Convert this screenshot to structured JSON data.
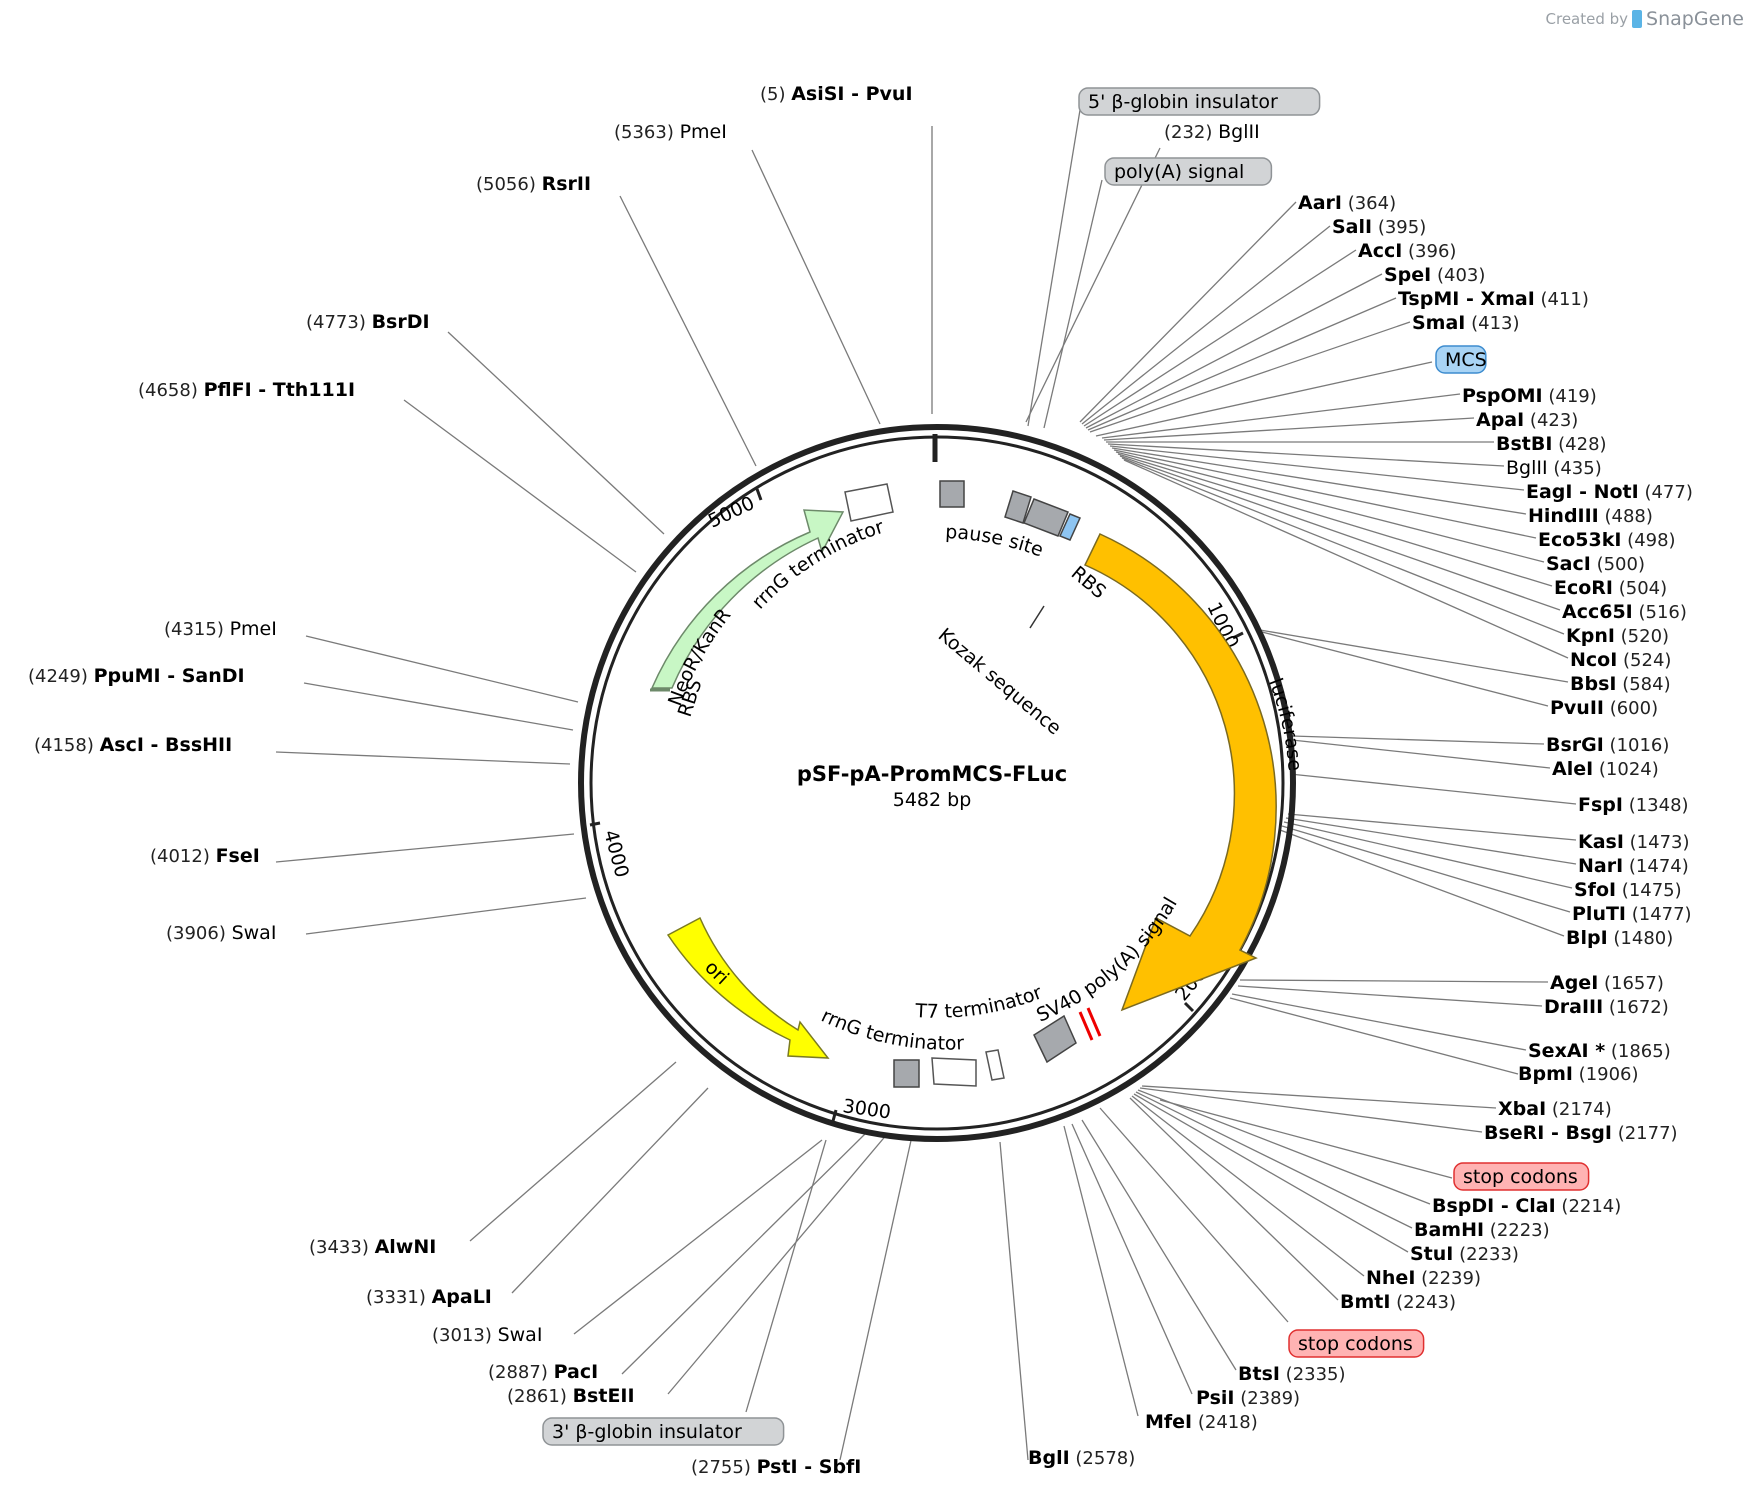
{
  "plasmid": {
    "name": "pSF-pA-PromMCS-FLuc",
    "length_label": "5482 bp",
    "length": 5482
  },
  "credit": {
    "prefix": "Created by",
    "brand": "SnapGene"
  },
  "colors": {
    "neo": "#c8f7c5",
    "luciferase": "#ffc000",
    "ori": "#ffff00",
    "gray_feature": "#a6a9ad",
    "mcs": "#8ec5f2",
    "stop": "#ff6b6b"
  },
  "ticks": [
    "1000",
    "2000",
    "3000",
    "4000",
    "5000"
  ],
  "features": {
    "neo": "NeoR/KanR",
    "luciferase": "luciferase",
    "ori": "ori",
    "rrng_top": "rrnG terminator",
    "rrng_bottom": "rrnG terminator",
    "pause": "pause site",
    "rbs_top": "RBS",
    "rbs_left": "RBS",
    "kozak": "Kozak sequence",
    "sv40": "SV40 poly(A) signal",
    "t7": "T7 terminator"
  },
  "sites": [
    {
      "id": "s01",
      "name": "AsiSI",
      "name2": "PvuI",
      "pos": "(5)",
      "bold": true
    },
    {
      "id": "s02",
      "name": "PmeI",
      "pos": "(5363)",
      "bold": false
    },
    {
      "id": "s03",
      "name": "RsrII",
      "pos": "(5056)",
      "bold": true
    },
    {
      "id": "s04",
      "name": "BsrDI",
      "pos": "(4773)",
      "bold": true
    },
    {
      "id": "s05",
      "name": "PflFI",
      "name2": "Tth111I",
      "pos": "(4658)",
      "bold": true
    },
    {
      "id": "s06",
      "name": "PmeI",
      "pos": "(4315)",
      "bold": false
    },
    {
      "id": "s07",
      "name": "PpuMI",
      "name2": "SanDI",
      "pos": "(4249)",
      "bold": true
    },
    {
      "id": "s08",
      "name": "AscI",
      "name2": "BssHII",
      "pos": "(4158)",
      "bold": true
    },
    {
      "id": "s09",
      "name": "FseI",
      "pos": "(4012)",
      "bold": true
    },
    {
      "id": "s10",
      "name": "SwaI",
      "pos": "(3906)",
      "bold": false
    },
    {
      "id": "s11",
      "name": "AlwNI",
      "pos": "(3433)",
      "bold": true
    },
    {
      "id": "s12",
      "name": "ApaLI",
      "pos": "(3331)",
      "bold": true
    },
    {
      "id": "s13",
      "name": "SwaI",
      "pos": "(3013)",
      "bold": false
    },
    {
      "id": "s14",
      "name": "PacI",
      "pos": "(2887)",
      "bold": true
    },
    {
      "id": "s15",
      "name": "BstEII",
      "pos": "(2861)",
      "bold": true
    },
    {
      "id": "s16",
      "name": "PstI",
      "name2": "SbfI",
      "pos": "(2755)",
      "bold": true
    },
    {
      "id": "s17",
      "name": "BglI",
      "pos": "(2578)",
      "bold": true
    },
    {
      "id": "s18",
      "name": "MfeI",
      "pos": "(2418)",
      "bold": true
    },
    {
      "id": "s19",
      "name": "PsiI",
      "pos": "(2389)",
      "bold": true
    },
    {
      "id": "s20",
      "name": "BtsI",
      "pos": "(2335)",
      "bold": true
    },
    {
      "id": "s21",
      "name": "BmtI",
      "pos": "(2243)",
      "bold": true
    },
    {
      "id": "s22",
      "name": "NheI",
      "pos": "(2239)",
      "bold": true
    },
    {
      "id": "s23",
      "name": "StuI",
      "pos": "(2233)",
      "bold": true
    },
    {
      "id": "s24",
      "name": "BamHI",
      "pos": "(2223)",
      "bold": true
    },
    {
      "id": "s25",
      "name": "BspDI",
      "name2": "ClaI",
      "pos": "(2214)",
      "bold": true
    },
    {
      "id": "s26",
      "name": "BseRI",
      "name2": "BsgI",
      "pos": "(2177)",
      "bold": true
    },
    {
      "id": "s27",
      "name": "XbaI",
      "pos": "(2174)",
      "bold": true
    },
    {
      "id": "s28",
      "name": "BpmI",
      "pos": "(1906)",
      "bold": true
    },
    {
      "id": "s29",
      "name": "SexAI *",
      "pos": "(1865)",
      "bold": true,
      "gray": true
    },
    {
      "id": "s30",
      "name": "DraIII",
      "pos": "(1672)",
      "bold": true
    },
    {
      "id": "s31",
      "name": "AgeI",
      "pos": "(1657)",
      "bold": true
    },
    {
      "id": "s32",
      "name": "BlpI",
      "pos": "(1480)",
      "bold": true
    },
    {
      "id": "s33",
      "name": "PluTI",
      "pos": "(1477)",
      "bold": true
    },
    {
      "id": "s34",
      "name": "SfoI",
      "pos": "(1475)",
      "bold": true
    },
    {
      "id": "s35",
      "name": "NarI",
      "pos": "(1474)",
      "bold": true
    },
    {
      "id": "s36",
      "name": "KasI",
      "pos": "(1473)",
      "bold": true
    },
    {
      "id": "s37",
      "name": "FspI",
      "pos": "(1348)",
      "bold": true
    },
    {
      "id": "s38",
      "name": "AleI",
      "pos": "(1024)",
      "bold": true
    },
    {
      "id": "s39",
      "name": "BsrGI",
      "pos": "(1016)",
      "bold": true
    },
    {
      "id": "s40",
      "name": "PvuII",
      "pos": "(600)",
      "bold": true
    },
    {
      "id": "s41",
      "name": "BbsI",
      "pos": "(584)",
      "bold": true
    },
    {
      "id": "s42",
      "name": "NcoI",
      "pos": "(524)",
      "bold": true
    },
    {
      "id": "s43",
      "name": "KpnI",
      "pos": "(520)",
      "bold": true
    },
    {
      "id": "s44",
      "name": "Acc65I",
      "pos": "(516)",
      "bold": true
    },
    {
      "id": "s45",
      "name": "EcoRI",
      "pos": "(504)",
      "bold": true
    },
    {
      "id": "s46",
      "name": "SacI",
      "pos": "(500)",
      "bold": true
    },
    {
      "id": "s47",
      "name": "Eco53kI",
      "pos": "(498)",
      "bold": true
    },
    {
      "id": "s48",
      "name": "HindIII",
      "pos": "(488)",
      "bold": true
    },
    {
      "id": "s49",
      "name": "EagI",
      "name2": "NotI",
      "pos": "(477)",
      "bold": true
    },
    {
      "id": "s50",
      "name": "BglII",
      "pos": "(435)",
      "bold": false
    },
    {
      "id": "s51",
      "name": "BstBI",
      "pos": "(428)",
      "bold": true
    },
    {
      "id": "s52",
      "name": "ApaI",
      "pos": "(423)",
      "bold": true
    },
    {
      "id": "s53",
      "name": "PspOMI",
      "pos": "(419)",
      "bold": true
    },
    {
      "id": "s54",
      "name": "SmaI",
      "pos": "(413)",
      "bold": true
    },
    {
      "id": "s55",
      "name": "TspMI",
      "name2": "XmaI",
      "pos": "(411)",
      "bold": true
    },
    {
      "id": "s56",
      "name": "SpeI",
      "pos": "(403)",
      "bold": true
    },
    {
      "id": "s57",
      "name": "AccI",
      "pos": "(396)",
      "bold": true
    },
    {
      "id": "s58",
      "name": "SalI",
      "pos": "(395)",
      "bold": true
    },
    {
      "id": "s59",
      "name": "AarI",
      "pos": "(364)",
      "bold": true
    },
    {
      "id": "s60",
      "name": "BglII",
      "pos": "(232)",
      "bold": false
    }
  ],
  "pills": [
    {
      "id": "p1",
      "text": "5' β-globin insulator",
      "kind": "gray"
    },
    {
      "id": "p2",
      "text": "poly(A) signal",
      "kind": "gray"
    },
    {
      "id": "p3",
      "text": "MCS",
      "kind": "blue"
    },
    {
      "id": "p4",
      "text": "stop codons",
      "kind": "red"
    },
    {
      "id": "p5",
      "text": "stop codons",
      "kind": "red"
    },
    {
      "id": "p6",
      "text": "3' β-globin insulator",
      "kind": "gray"
    }
  ]
}
